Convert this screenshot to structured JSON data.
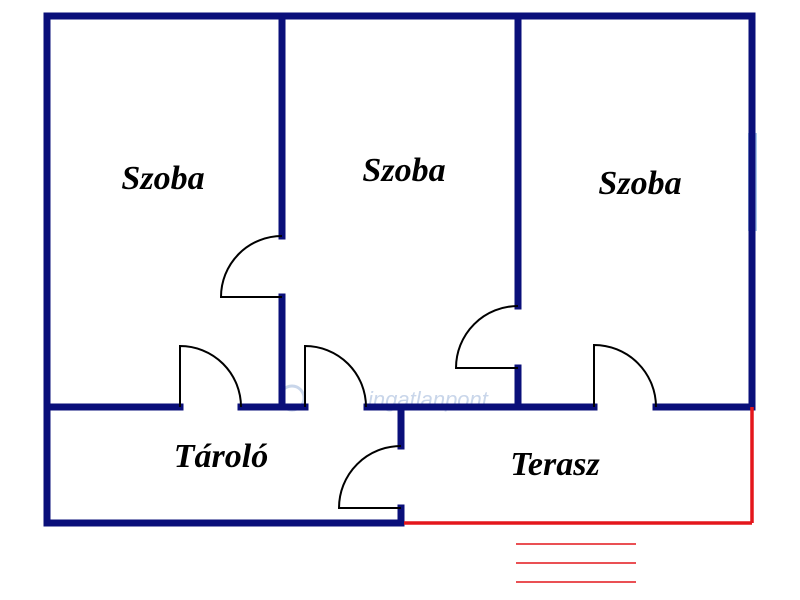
{
  "rooms": {
    "room_left": "Szoba",
    "room_middle": "Szoba",
    "room_right": "Szoba",
    "storage": "Tároló",
    "terrace": "Terasz"
  },
  "watermark": {
    "text": "ingatlanpont"
  },
  "colors": {
    "wall": "#0a0f7a",
    "terrace_edge": "#e4161b",
    "window": "#a9c8ea",
    "door": "#000000"
  }
}
